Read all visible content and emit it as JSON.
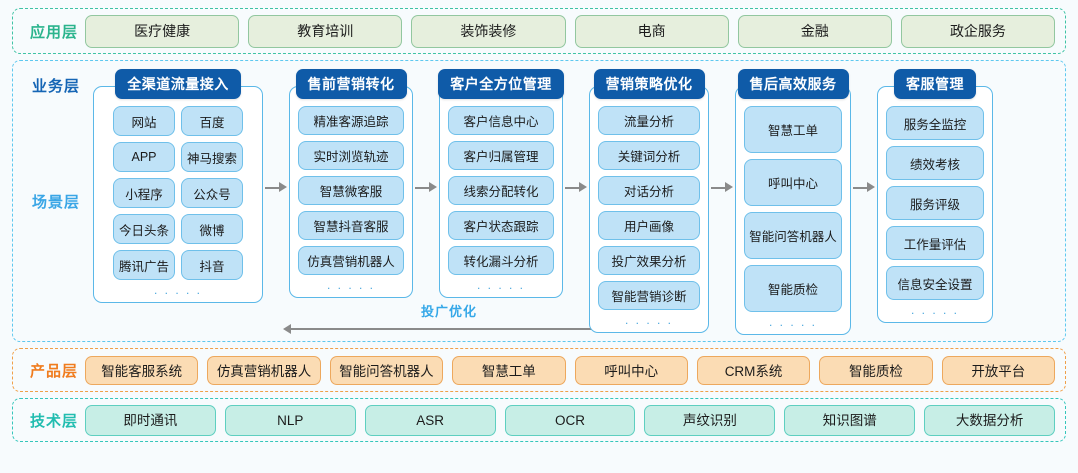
{
  "colors": {
    "app_accent": "#2bb48d",
    "business_accent": "#1565b5",
    "scene_accent": "#3aa6e6",
    "product_accent": "#f07c1e",
    "tech_accent": "#22bdb0",
    "column_header_bg": "#0f5ba8",
    "chip_bg": "#bfe2f7",
    "arrow": "#8a8a8a",
    "page_bg": "#f7fbfd"
  },
  "application_layer": {
    "label": "应用层",
    "items": [
      {
        "label": "医疗健康"
      },
      {
        "label": "教育培训"
      },
      {
        "label": "装饰装修"
      },
      {
        "label": "电商"
      },
      {
        "label": "金融"
      },
      {
        "label": "政企服务"
      }
    ]
  },
  "business_layer": {
    "label": "业务层",
    "scene_label": "场景层",
    "ellipsis": ". . . . .",
    "feedback": {
      "label": "投广优化",
      "direction": "left"
    },
    "columns": [
      {
        "header": "全渠道流量接入",
        "items": [
          "网站",
          "百度",
          "APP",
          "神马搜索",
          "小程序",
          "公众号",
          "今日头条",
          "微博",
          "腾讯广告",
          "抖音"
        ]
      },
      {
        "header": "售前营销转化",
        "items": [
          "精准客源追踪",
          "实时浏览轨迹",
          "智慧微客服",
          "智慧抖音客服",
          "仿真营销机器人"
        ]
      },
      {
        "header": "客户全方位管理",
        "items": [
          "客户信息中心",
          "客户归属管理",
          "线索分配转化",
          "客户状态跟踪",
          "转化漏斗分析"
        ]
      },
      {
        "header": "营销策略优化",
        "items": [
          "流量分析",
          "关键词分析",
          "对话分析",
          "用户画像",
          "投广效果分析",
          "智能营销诊断"
        ]
      },
      {
        "header": "售后高效服务",
        "items": [
          "智慧工单",
          "呼叫中心",
          "智能问答机器人",
          "智能质检"
        ]
      },
      {
        "header": "客服管理",
        "items": [
          "服务全监控",
          "绩效考核",
          "服务评级",
          "工作量评估",
          "信息安全设置"
        ]
      }
    ]
  },
  "product_layer": {
    "label": "产品层",
    "items": [
      {
        "label": "智能客服系统"
      },
      {
        "label": "仿真营销机器人"
      },
      {
        "label": "智能问答机器人"
      },
      {
        "label": "智慧工单"
      },
      {
        "label": "呼叫中心"
      },
      {
        "label": "CRM系统"
      },
      {
        "label": "智能质检"
      },
      {
        "label": "开放平台"
      }
    ]
  },
  "technology_layer": {
    "label": "技术层",
    "items": [
      {
        "label": "即时通讯"
      },
      {
        "label": "NLP"
      },
      {
        "label": "ASR"
      },
      {
        "label": "OCR"
      },
      {
        "label": "声纹识别"
      },
      {
        "label": "知识图谱"
      },
      {
        "label": "大数据分析"
      }
    ]
  }
}
